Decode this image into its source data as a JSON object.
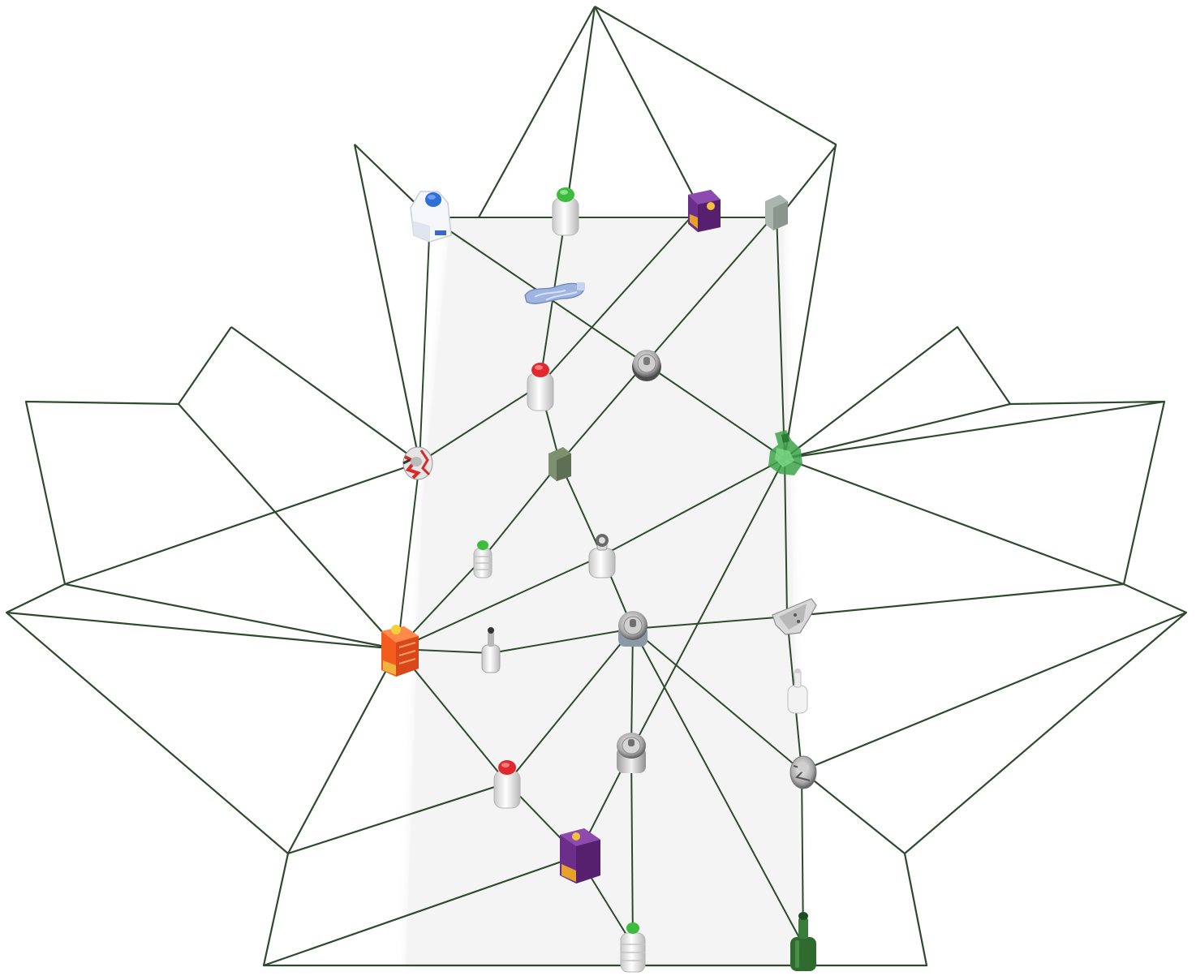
{
  "diagram": {
    "line_color": "#2d4a2d",
    "panel_fill": "#f2f2f2",
    "items": [
      {
        "kind": "milk-jug",
        "icon": "milk-jug-icon",
        "cap": "#2f6fd6"
      },
      {
        "kind": "plastic-bottle",
        "icon": "bottle-icon",
        "cap": "#3dbb3d"
      },
      {
        "kind": "juice-carton",
        "icon": "carton-icon",
        "color": "#6b2e8a"
      },
      {
        "kind": "small-carton",
        "icon": "carton-icon",
        "color": "#9aa69c"
      },
      {
        "kind": "crushed-bottle",
        "icon": "crushed-bottle-icon",
        "color": "#8fa8d8"
      },
      {
        "kind": "can",
        "icon": "can-icon"
      },
      {
        "kind": "plastic-bottle",
        "icon": "bottle-icon",
        "cap": "#e0282e"
      },
      {
        "kind": "crushed-can",
        "icon": "crushed-can-icon",
        "color": "#d42a2a"
      },
      {
        "kind": "small-carton",
        "icon": "carton-icon",
        "color": "#7d9070"
      },
      {
        "kind": "crushed-glass",
        "icon": "glass-icon",
        "color": "#3da34a"
      },
      {
        "kind": "water-bottle",
        "icon": "bottle-icon",
        "cap": "#3dbb3d"
      },
      {
        "kind": "glass-bottle",
        "icon": "glass-bottle-icon",
        "color": "#cccccc"
      },
      {
        "kind": "juice-carton",
        "icon": "carton-icon",
        "color": "#f25c1f"
      },
      {
        "kind": "small-glass-bottle",
        "icon": "glass-bottle-icon",
        "color": "#bbbbbb"
      },
      {
        "kind": "can",
        "icon": "can-icon"
      },
      {
        "kind": "broken-glass",
        "icon": "glass-icon",
        "color": "#999999"
      },
      {
        "kind": "glass-bottle",
        "icon": "glass-bottle-icon",
        "color": "#dddddd"
      },
      {
        "kind": "can",
        "icon": "can-icon"
      },
      {
        "kind": "crushed-can",
        "icon": "crushed-can-icon",
        "color": "#999999"
      },
      {
        "kind": "plastic-bottle",
        "icon": "bottle-icon",
        "cap": "#e0282e"
      },
      {
        "kind": "juice-carton",
        "icon": "carton-icon",
        "color": "#6b2e8a"
      },
      {
        "kind": "water-bottle",
        "icon": "bottle-icon",
        "cap": "#3dbb3d"
      },
      {
        "kind": "wine-bottle",
        "icon": "wine-bottle-icon",
        "color": "#2f6b2f"
      }
    ]
  }
}
